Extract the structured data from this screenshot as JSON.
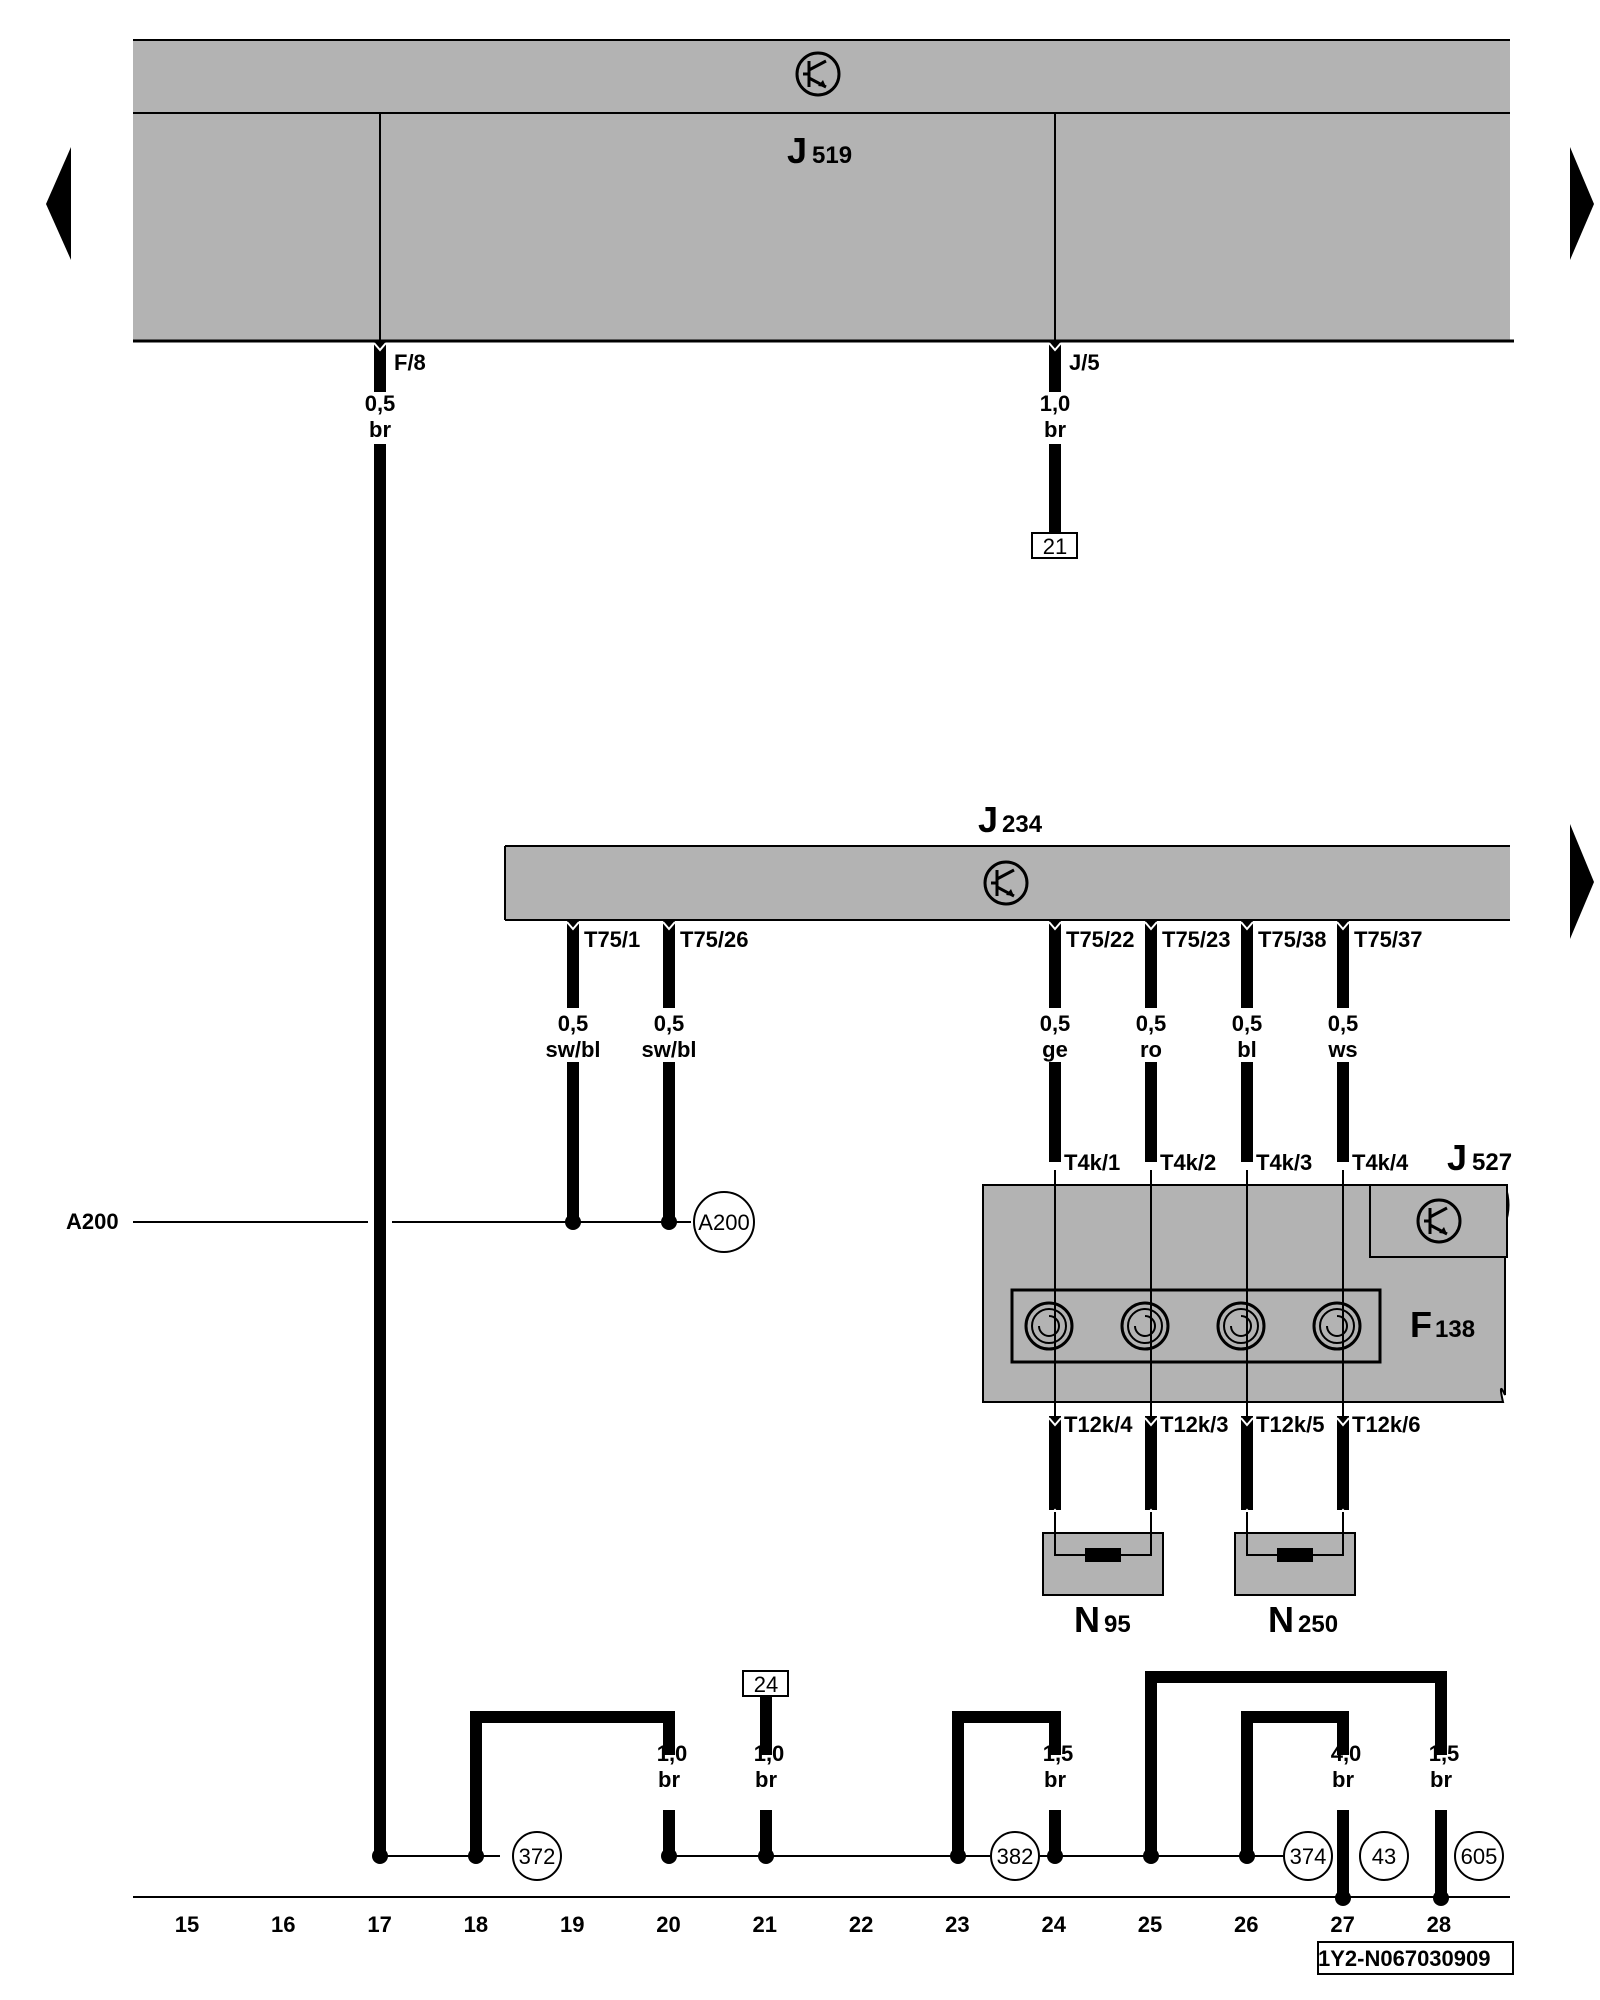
{
  "components": {
    "j519": {
      "letter": "J",
      "sub": "519"
    },
    "j234": {
      "letter": "J",
      "sub": "234"
    },
    "j527": {
      "letter": "J",
      "sub": "527"
    },
    "f138": {
      "letter": "F",
      "sub": "138"
    },
    "n95": {
      "letter": "N",
      "sub": "95"
    },
    "n250": {
      "letter": "N",
      "sub": "250"
    }
  },
  "pins": {
    "f8": "F/8",
    "j5": "J/5",
    "t75_1": "T75/1",
    "t75_26": "T75/26",
    "t75_22": "T75/22",
    "t75_23": "T75/23",
    "t75_38": "T75/38",
    "t75_37": "T75/37",
    "t4k_1": "T4k/1",
    "t4k_2": "T4k/2",
    "t4k_3": "T4k/3",
    "t4k_4": "T4k/4",
    "t12k_4": "T12k/4",
    "t12k_3": "T12k/3",
    "t12k_5": "T12k/5",
    "t12k_6": "T12k/6"
  },
  "wires": {
    "w_f8": {
      "size": "0,5",
      "color": "br"
    },
    "w_j5": {
      "size": "1,0",
      "color": "br"
    },
    "w_t75_1": {
      "size": "0,5",
      "color": "sw/bl"
    },
    "w_t75_26": {
      "size": "0,5",
      "color": "sw/bl"
    },
    "w_t75_22": {
      "size": "0,5",
      "color": "ge"
    },
    "w_t75_23": {
      "size": "0,5",
      "color": "ro"
    },
    "w_t75_38": {
      "size": "0,5",
      "color": "bl"
    },
    "w_t75_37": {
      "size": "0,5",
      "color": "ws"
    },
    "w_g20": {
      "size": "1,0",
      "color": "br"
    },
    "w_g21": {
      "size": "1,0",
      "color": "br"
    },
    "w_g24": {
      "size": "1,5",
      "color": "br"
    },
    "w_g27": {
      "size": "4,0",
      "color": "br"
    },
    "w_g28": {
      "size": "1,5",
      "color": "br"
    }
  },
  "refs": {
    "box21": "21",
    "box24": "24",
    "a200_left": "A200",
    "a200_circle": "A200",
    "c372": "372",
    "c382": "382",
    "c374": "374",
    "c43": "43",
    "c605": "605"
  },
  "columns": [
    "15",
    "16",
    "17",
    "18",
    "19",
    "20",
    "21",
    "22",
    "23",
    "24",
    "25",
    "26",
    "27",
    "28"
  ],
  "doc_id": "1Y2-N067030909",
  "colors": {
    "component_fill": "#b3b3b3",
    "line": "#000000",
    "background": "#ffffff"
  },
  "icons": {
    "control_unit": "transistor-symbol-icon",
    "fuse": "fuse-icon",
    "resistor": "resistor-icon",
    "page_nav": "arrow-icon"
  }
}
